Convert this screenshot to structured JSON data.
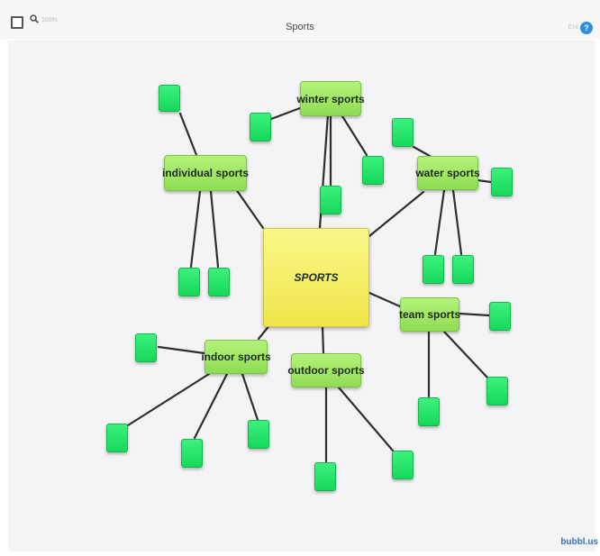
{
  "toolbar": {
    "title": "Sports",
    "zoom": "100%",
    "exit_label": "Exit",
    "help_label": "?",
    "edit_icon": "edit-icon",
    "search_icon": "search-icon"
  },
  "mindmap": {
    "center": "SPORTS",
    "branches": [
      {
        "label": "individual sports",
        "children": 3
      },
      {
        "label": "winter sports",
        "children": 3
      },
      {
        "label": "water sports",
        "children": 4
      },
      {
        "label": "team sports",
        "children": 3
      },
      {
        "label": "outdoor sports",
        "children": 2
      },
      {
        "label": "indoor sports",
        "children": 4
      }
    ]
  },
  "branding": {
    "logo": "bubbl.us"
  },
  "colors": {
    "center_fill": "#f4ee63",
    "topic_fill": "#a6ec6b",
    "leaf_fill": "#28e46a",
    "link": "#2e2e2e"
  }
}
